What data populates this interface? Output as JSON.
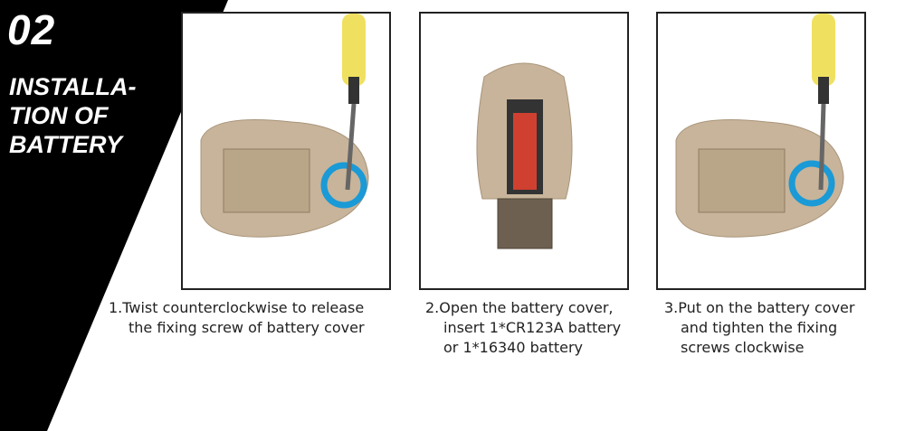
{
  "header": {
    "number": "02",
    "title_lines": [
      "INSTALLA-",
      "TION OF",
      "BATTERY"
    ]
  },
  "steps": [
    {
      "lines": [
        "1.Twist counterclockwise to release",
        "the fixing screw of battery cover"
      ]
    },
    {
      "lines": [
        "2.Open the battery cover,",
        "insert 1*CR123A battery",
        "or 1*16340 battery"
      ]
    },
    {
      "lines": [
        "3.Put on the battery cover",
        "and tighten the fixing",
        "screws clockwise"
      ]
    }
  ],
  "colors": {
    "band": "#000000",
    "device": "#c8b49a",
    "arrow": "#1a9ad6",
    "handle": "#f0e060"
  }
}
